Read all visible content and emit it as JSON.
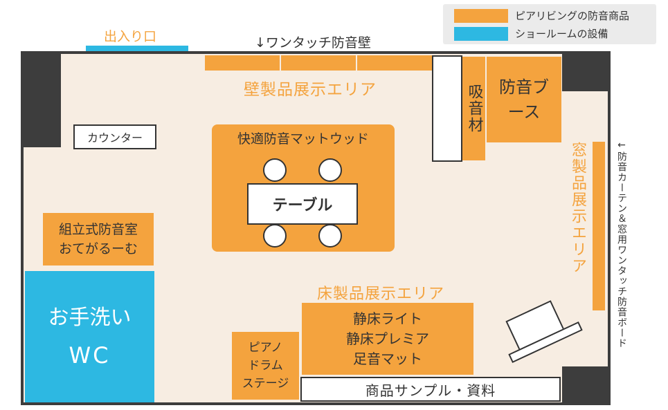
{
  "legend": {
    "items": [
      {
        "label": "ピアリビングの防音商品",
        "color": "#f4a33e"
      },
      {
        "label": "ショールームの設備",
        "color": "#2db8e2"
      }
    ]
  },
  "labels": {
    "entrance": "出入り口",
    "one_touch_wall": "↓ワンタッチ防音壁",
    "wall_area": "壁製品展示エリア",
    "counter": "カウンター",
    "mat_wood": "快適防音マットウッド",
    "table": "テーブル",
    "absorber": "吸音材",
    "booth": "防音ブース",
    "window_area": "窓製品展示エリア",
    "curtain_board": "←防音カーテン＆窓用ワンタッチ防音ボード",
    "room_kit_line1": "組立式防音室",
    "room_kit_line2": "おてがるーむ",
    "wc_line1": "お手洗い",
    "wc_line2": "WC",
    "floor_area": "床製品展示エリア",
    "floor_product_line1": "静床ライト",
    "floor_product_line2": "静床プレミア",
    "floor_product_line3": "足音マット",
    "stage_line1": "ピアノ",
    "stage_line2": "ドラム",
    "stage_line3": "ステージ",
    "samples": "商品サンプル・資料"
  },
  "colors": {
    "product": "#f4a33e",
    "facility": "#2db8e2",
    "wall": "#3d3d3d",
    "floor": "#f7ede2"
  }
}
